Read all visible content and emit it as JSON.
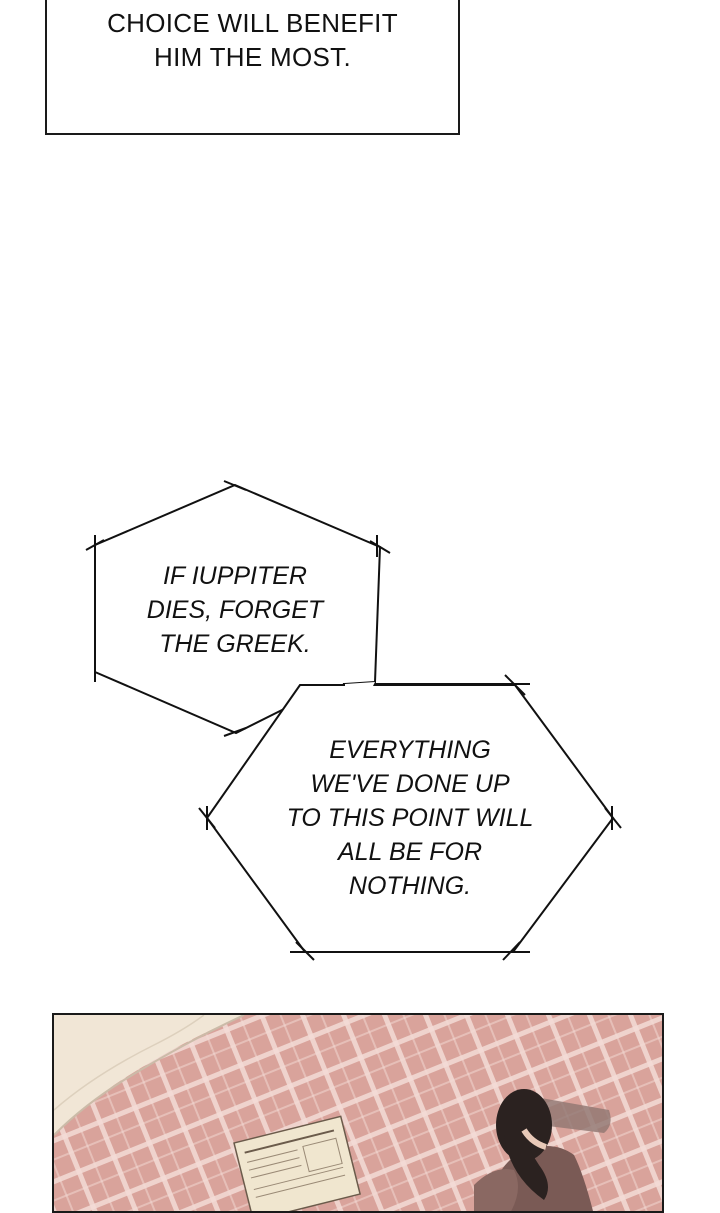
{
  "narration": {
    "text": "CHOICE WILL BENEFIT\nHIM THE MOST."
  },
  "bubbles": [
    {
      "text": "IF IUPPITER\nDIES, FORGET\nTHE GREEK."
    },
    {
      "text": "EVERYTHING\nWE'VE DONE UP\nTO THIS POINT WILL\nALL BE FOR\nNOTHING."
    }
  ],
  "colors": {
    "ink": "#111111",
    "panel_floor": "#d9a39b",
    "panel_grid": "#f3dcd6",
    "bed": "#f1e6d6",
    "hair": "#2b2220",
    "clothes": "#7a5a55",
    "newspaper": "#f0e6cf"
  }
}
